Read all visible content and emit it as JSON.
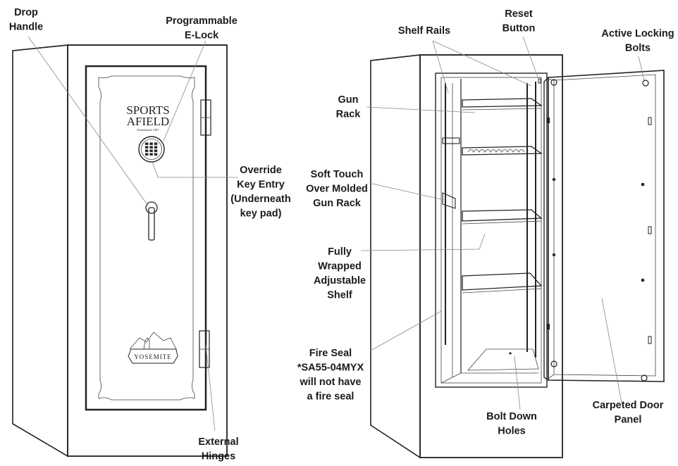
{
  "labels": {
    "drop_handle": [
      "Drop",
      "Handle"
    ],
    "programmable_elock": [
      "Programmable",
      "E-Lock"
    ],
    "override_key_entry": [
      "Override",
      "Key Entry",
      "(Underneath",
      "key pad)"
    ],
    "external_hinges": [
      "External",
      "Hinges"
    ],
    "shelf_rails": [
      "Shelf Rails"
    ],
    "reset_button": [
      "Reset",
      "Button"
    ],
    "active_locking_bolts": [
      "Active Locking",
      "Bolts"
    ],
    "gun_rack": [
      "Gun",
      "Rack"
    ],
    "soft_touch_gun_rack": [
      "Soft Touch",
      "Over Molded",
      "Gun Rack"
    ],
    "adjustable_shelf": [
      "Fully",
      "Wrapped",
      "Adjustable",
      "Shelf"
    ],
    "fire_seal": [
      "Fire Seal",
      "*SA55-04MYX",
      "will not have",
      "a fire seal"
    ],
    "bolt_down_holes": [
      "Bolt Down",
      "Holes"
    ],
    "carpeted_door_panel": [
      "Carpeted Door",
      "Panel"
    ]
  },
  "brand": {
    "line1": "SPORTS",
    "line2": "AFIELD",
    "tagline": "Established 1997",
    "model": "YOSEMITE"
  },
  "colors": {
    "line": "#222222",
    "leader": "#888888",
    "background": "#ffffff"
  }
}
